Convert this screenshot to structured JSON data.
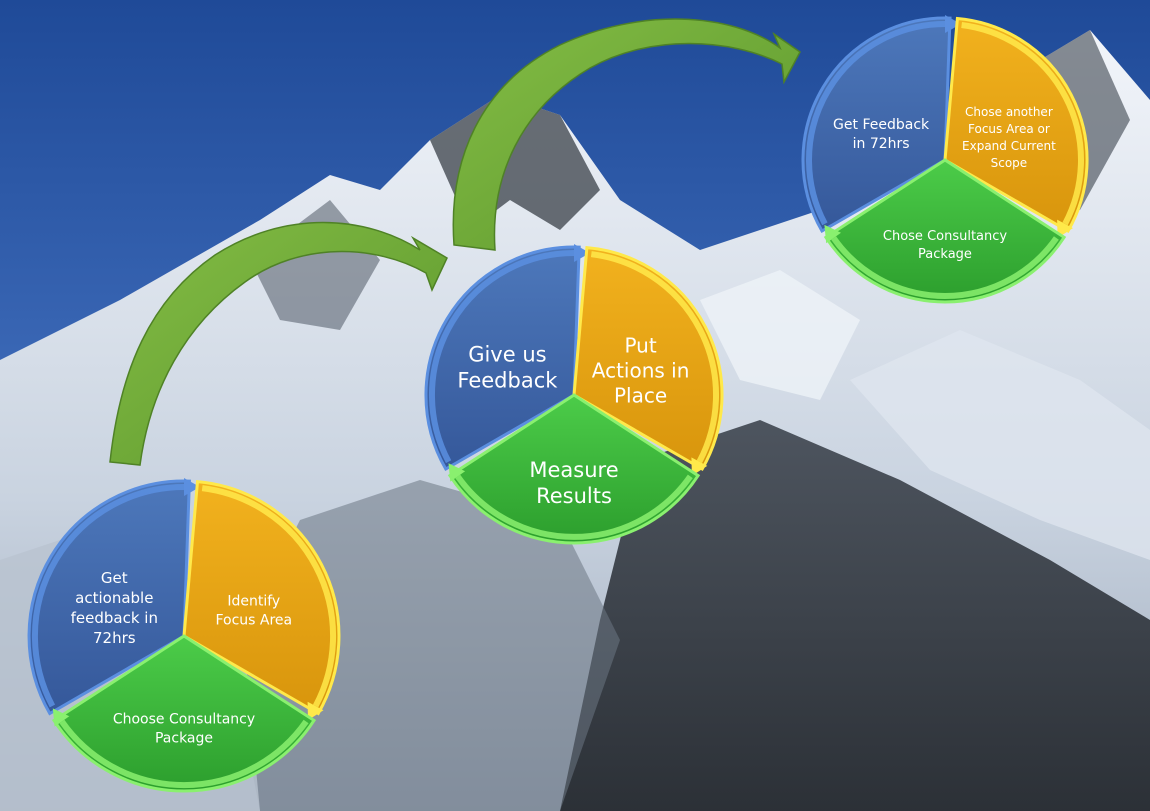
{
  "diagram": {
    "cycles": [
      {
        "id": "cycle-1",
        "segments": [
          {
            "role": "blue",
            "label": [
              "Get",
              "actionable",
              "feedback in",
              "72hrs"
            ]
          },
          {
            "role": "orange",
            "label": [
              "Identify",
              "Focus Area"
            ]
          },
          {
            "role": "green",
            "label": [
              "Choose Consultancy",
              "Package"
            ]
          }
        ]
      },
      {
        "id": "cycle-2",
        "segments": [
          {
            "role": "blue",
            "label": [
              "Give us",
              "Feedback"
            ]
          },
          {
            "role": "orange",
            "label": [
              "Put",
              "Actions in",
              "Place"
            ]
          },
          {
            "role": "green",
            "label": [
              "Measure",
              "Results"
            ]
          }
        ]
      },
      {
        "id": "cycle-3",
        "segments": [
          {
            "role": "blue",
            "label": [
              "Get Feedback",
              "in 72hrs"
            ]
          },
          {
            "role": "orange",
            "label": [
              "Chose another",
              "Focus Area or",
              "Expand Current",
              "Scope"
            ]
          },
          {
            "role": "green",
            "label": [
              "Chose Consultancy",
              "Package"
            ]
          }
        ]
      }
    ],
    "connectors": [
      {
        "id": "arrow-1-to-2",
        "from": "cycle-1",
        "to": "cycle-2"
      },
      {
        "id": "arrow-2-to-3",
        "from": "cycle-2",
        "to": "cycle-3"
      }
    ],
    "colors": {
      "blue": "#3f67a8",
      "blue_edge": "#5b8fe0",
      "orange": "#e8a614",
      "orange_edge": "#ffe94a",
      "green": "#3bb43a",
      "green_edge": "#8af06f",
      "arrow": "#6fa83a",
      "arrow_edge": "#4f8226"
    }
  }
}
